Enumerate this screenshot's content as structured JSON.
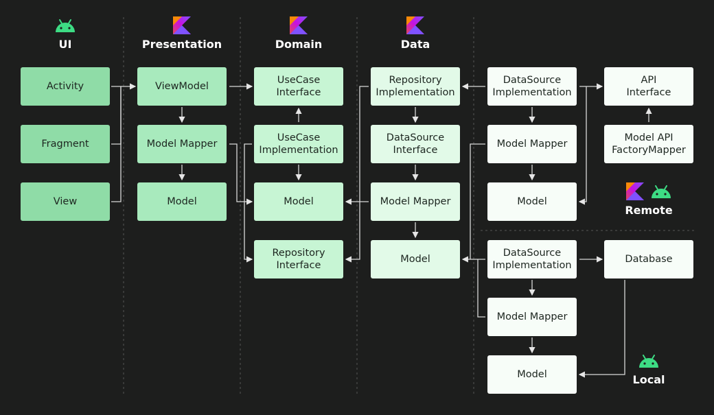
{
  "columns": {
    "ui": "UI",
    "presentation": "Presentation",
    "domain": "Domain",
    "data": "Data"
  },
  "sections": {
    "remote": "Remote",
    "local": "Local"
  },
  "boxes": {
    "activity": "Activity",
    "fragment": "Fragment",
    "view": "View",
    "viewmodel": "ViewModel",
    "pres_mapper": "Model Mapper",
    "pres_model": "Model",
    "usecase_interface": "UseCase\nInterface",
    "usecase_impl": "UseCase\nImplementation",
    "domain_model": "Model",
    "repo_interface": "Repository\nInterface",
    "repo_impl": "Repository\nImplementation",
    "ds_interface": "DataSource\nInterface",
    "data_mapper": "Model Mapper",
    "data_model": "Model",
    "remote_ds_impl": "DataSource\nImplementation",
    "remote_mapper": "Model Mapper",
    "remote_model": "Model",
    "api_interface": "API\nInterface",
    "api_factory_mapper": "Model API\nFactoryMapper",
    "local_ds_impl": "DataSource\nImplementation",
    "local_mapper": "Model Mapper",
    "local_model": "Model",
    "database": "Database"
  },
  "icons": {
    "android": "android-icon",
    "kotlin": "kotlin-icon"
  },
  "colors": {
    "background": "#1d1e1d",
    "ui_box": "#8fdca7",
    "presentation_box": "#a8eabd",
    "domain_box": "#c7f5d4",
    "data_box": "#e2fae8",
    "source_box": "#f7fdf8",
    "android_green": "#3ddc84",
    "line": "#d9d9d9"
  }
}
